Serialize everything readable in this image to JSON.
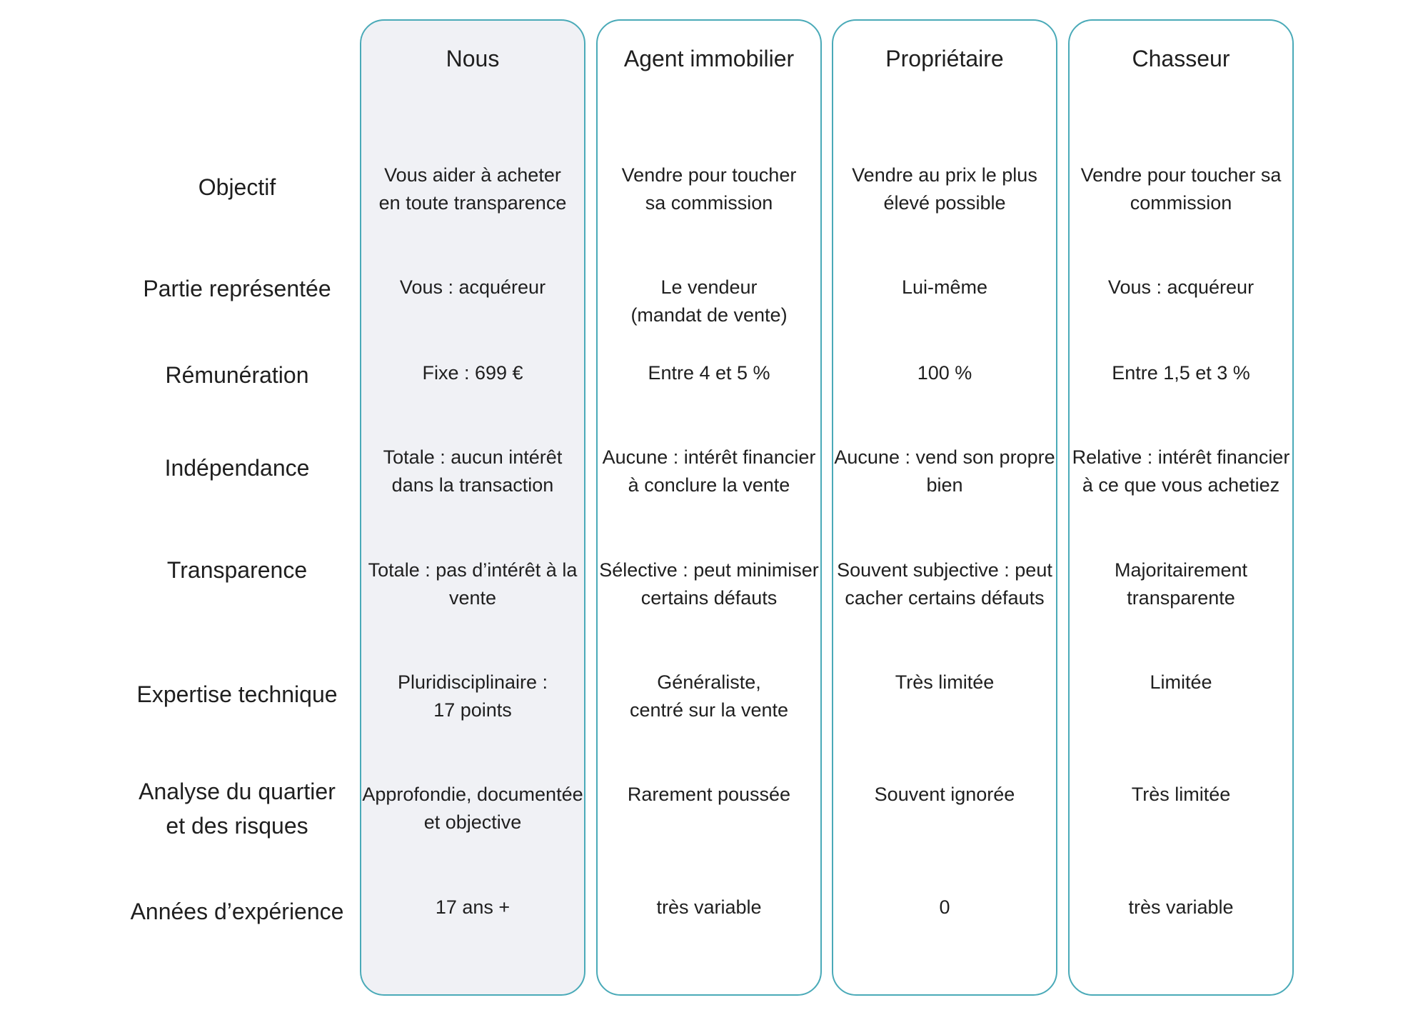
{
  "columns": [
    {
      "title": "Nous",
      "highlight": true
    },
    {
      "title": "Agent immobilier",
      "highlight": false
    },
    {
      "title": "Propriétaire",
      "highlight": false
    },
    {
      "title": "Chasseur",
      "highlight": false
    }
  ],
  "rows": [
    {
      "label": "Objectif",
      "cells": [
        "Vous aider à acheter\nen toute transparence",
        "Vendre pour toucher\nsa commission",
        "Vendre au prix le plus\nélevé possible",
        "Vendre pour toucher sa\ncommission"
      ]
    },
    {
      "label": "Partie représentée",
      "cells": [
        "Vous : acquéreur",
        "Le vendeur\n(mandat de vente)",
        "Lui-même",
        "Vous : acquéreur"
      ]
    },
    {
      "label": "Rémunération",
      "cells": [
        "Fixe : 699 €",
        "Entre 4 et 5 %",
        "100 %",
        "Entre 1,5 et 3 %"
      ]
    },
    {
      "label": "Indépendance",
      "cells": [
        "Totale : aucun intérêt\ndans la transaction",
        "Aucune : intérêt financier\nà conclure la vente",
        "Aucune : vend son propre\nbien",
        "Relative : intérêt financier\nà ce que vous achetiez"
      ]
    },
    {
      "label": "Transparence",
      "cells": [
        "Totale : pas d’intérêt à la\nvente",
        "Sélective : peut minimiser\ncertains défauts",
        "Souvent subjective : peut\ncacher certains défauts",
        "Majoritairement\ntransparente"
      ]
    },
    {
      "label": "Expertise technique",
      "cells": [
        "Pluridisciplinaire :\n17 points",
        "Généraliste,\ncentré sur la vente",
        "Très limitée",
        "Limitée"
      ]
    },
    {
      "label": "Analyse du quartier\net des risques",
      "cells": [
        "Approfondie, documentée\net objective",
        "Rarement poussée",
        "Souvent ignorée",
        "Très limitée"
      ]
    },
    {
      "label": "Années d’expérience",
      "cells": [
        "17 ans +",
        "très variable",
        "0",
        "très variable"
      ]
    }
  ]
}
